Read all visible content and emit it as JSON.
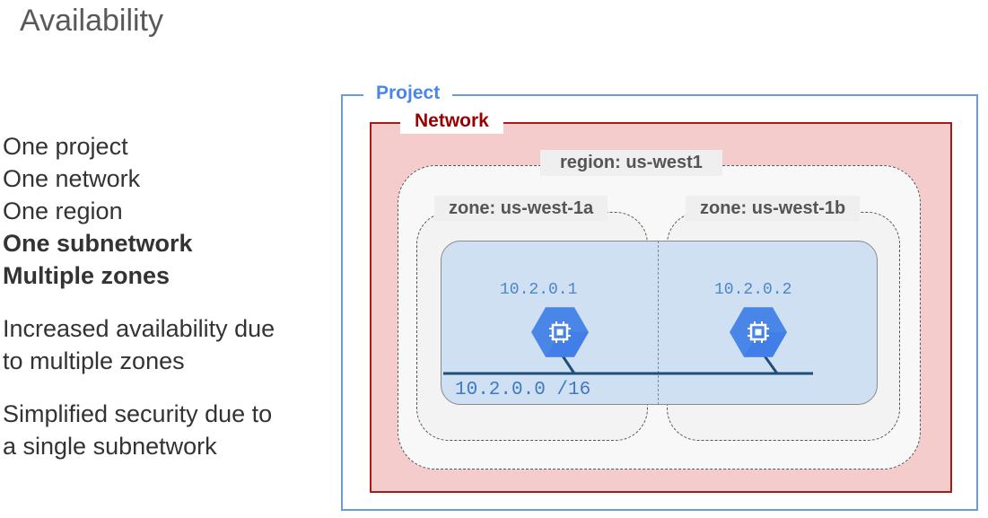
{
  "slide": {
    "title": "Availability",
    "bullets_group1": [
      {
        "text": "One project",
        "bold": false
      },
      {
        "text": "One network",
        "bold": false
      },
      {
        "text": "One region",
        "bold": false
      },
      {
        "text": "One subnetwork",
        "bold": true
      },
      {
        "text": "Multiple zones",
        "bold": true
      }
    ],
    "bullets_group2": [
      "Increased availability due",
      "to multiple zones"
    ],
    "bullets_group3": [
      "Simplified security due to",
      "a single subnetwork"
    ]
  },
  "diagram": {
    "project_label": "Project",
    "network_label": "Network",
    "region_label": "region: us-west1",
    "zones": [
      {
        "label": "zone: us-west-1a",
        "vm_ip": "10.2.0.1",
        "vm_icon": "compute-engine-icon"
      },
      {
        "label": "zone: us-west-1b",
        "vm_ip": "10.2.0.2",
        "vm_icon": "compute-engine-icon"
      }
    ],
    "subnet_cidr": "10.2.0.0 /16",
    "colors": {
      "project_border": "#6b9bd8",
      "network_border": "#a61c1c",
      "network_fill": "#f4cccc",
      "subnet_fill": "#cfe0f3",
      "vm_hexagon": "#4a86e8",
      "subnet_line": "#1f4e79"
    }
  }
}
